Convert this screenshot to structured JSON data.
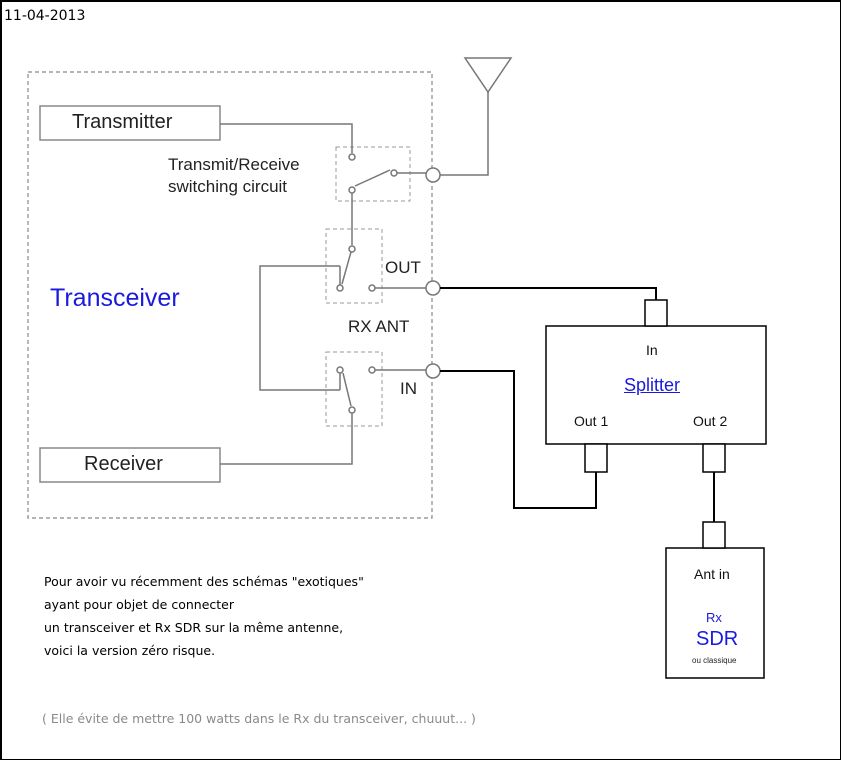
{
  "date": "11-04-2013",
  "transceiver": {
    "title": "Transceiver",
    "transmitter_label": "Transmitter",
    "receiver_label": "Receiver",
    "switch_label_line1": "Transmit/Receive",
    "switch_label_line2": "switching circuit",
    "out_label": "OUT",
    "rx_ant_label": "RX ANT",
    "in_label": "IN"
  },
  "splitter": {
    "title": "Splitter",
    "in_label": "In",
    "out1_label": "Out 1",
    "out2_label": "Out 2"
  },
  "sdr": {
    "ant_in_label": "Ant in",
    "rx_label": "Rx",
    "sdr_label": "SDR",
    "sub_label": "ou classique"
  },
  "note": {
    "line1": "Pour avoir vu récemment des schémas \"exotiques\"",
    "line2": "ayant pour objet de connecter",
    "line3": "un transceiver et Rx SDR sur la même antenne,",
    "line4": "voici la version zéro risque.",
    "footnote": "( Elle évite de mettre 100 watts dans le Rx du transceiver, chuuut... )"
  },
  "colors": {
    "title_blue": "#1a1adf",
    "link_blue": "#1a1adf",
    "line_grey": "#777777",
    "line_black": "#000000"
  }
}
